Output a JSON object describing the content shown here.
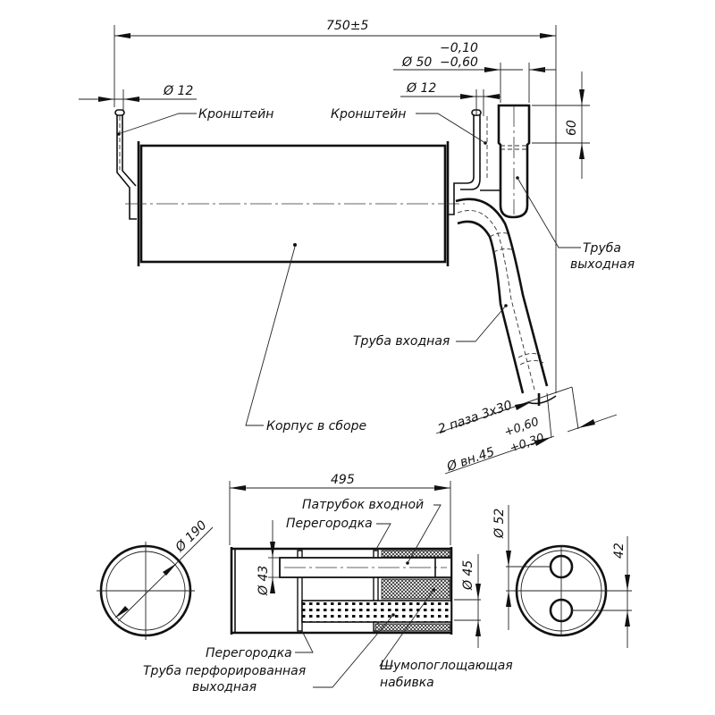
{
  "drawing": {
    "title": "Muffler assembly drawing",
    "dimensions": {
      "overall_length": "750±5",
      "outlet_diameter_main": "Ø 50",
      "outlet_tol_upper": "−0,10",
      "outlet_tol_lower": "−0,60",
      "bracket_dia_left": "Ø 12",
      "bracket_dia_right": "Ø 12",
      "outlet_height": "60",
      "slots": "2 паза 3x30",
      "inlet_inner_dia": "Ø вн.45",
      "inlet_tol_upper": "+0,60",
      "inlet_tol_lower": "+0,30",
      "body_length": "495",
      "body_dia": "Ø 190",
      "inner_pipe_dia": "Ø 43",
      "perf_pipe_dia": "Ø 45",
      "end_cap_dia": "Ø 52",
      "hole_spacing": "42"
    },
    "labels": {
      "bracket_left": "Кронштейн",
      "bracket_right": "Кронштейн",
      "outlet_pipe_line1": "Труба",
      "outlet_pipe_line2": "выходная",
      "inlet_pipe": "Труба входная",
      "body_assembly": "Корпус в сборе",
      "inlet_nozzle": "Патрубок входной",
      "baffle_top": "Перегородка",
      "baffle_bottom": "Перегородка",
      "perf_pipe_line1": "Труба перфорированная",
      "perf_pipe_line2": "выходная",
      "packing_line1": "Шумопоглощающая",
      "packing_line2": "набивка"
    }
  }
}
